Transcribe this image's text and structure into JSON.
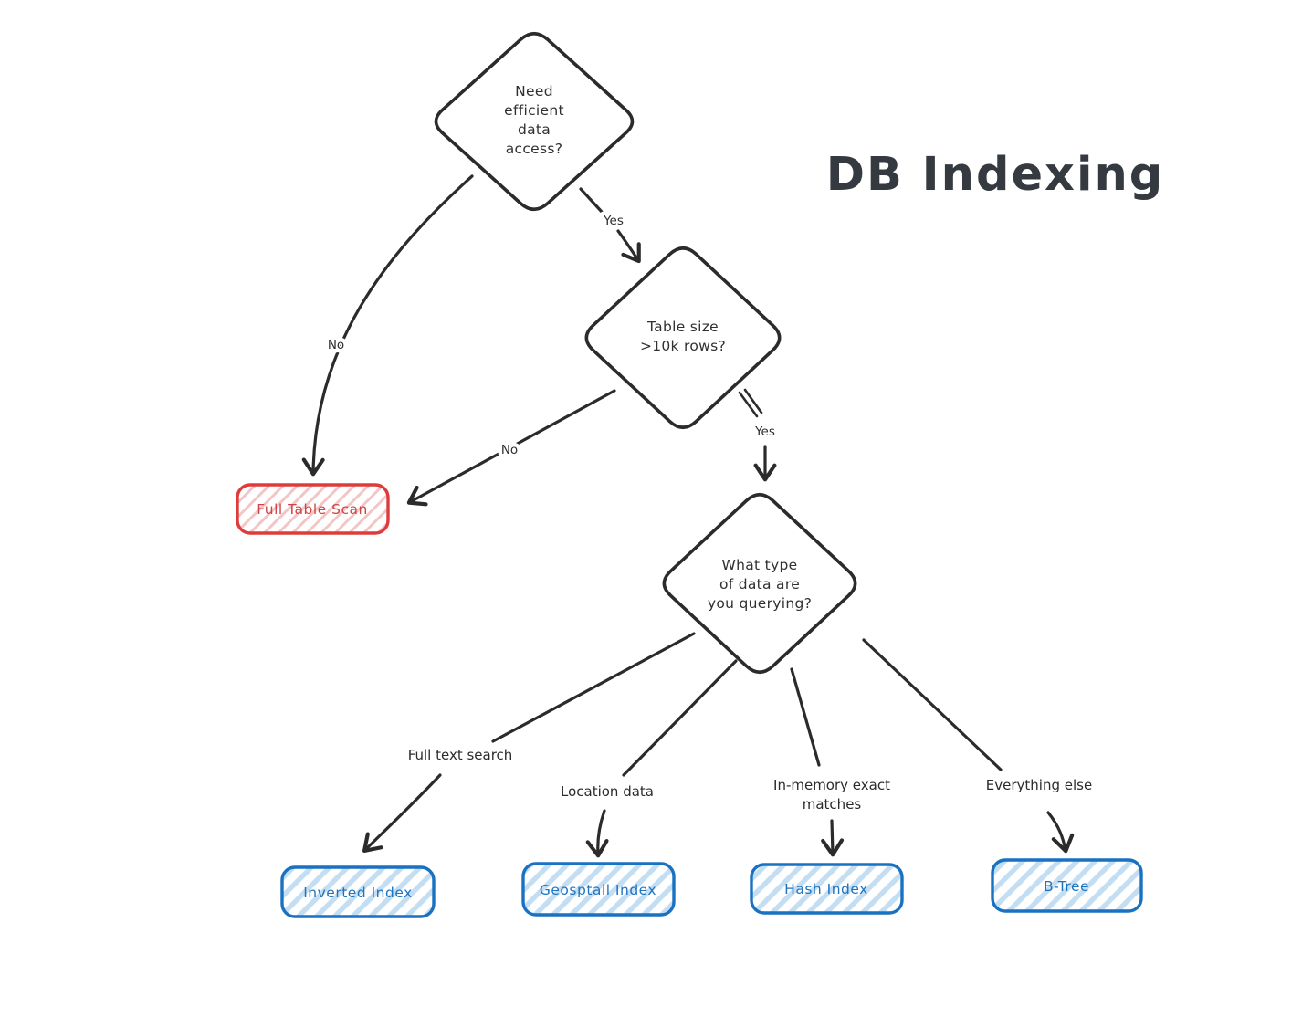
{
  "title": "DB Indexing",
  "colors": {
    "ink": "#2b2b2b",
    "negative_red": "#df3b3b",
    "negative_red_hatch": "#f3c6c6",
    "index_blue": "#1971c2",
    "index_blue_hatch": "#c3def2",
    "background": "#ffffff"
  },
  "decisions": {
    "need_access": {
      "lines": [
        "Need",
        "efficient",
        "data",
        "access?"
      ]
    },
    "table_size": {
      "lines": [
        "Table size",
        ">10k rows?"
      ]
    },
    "data_type": {
      "lines": [
        "What type",
        "of data are",
        "you querying?"
      ]
    }
  },
  "results": {
    "full_table_scan": "Full Table Scan",
    "inverted_index": "Inverted Index",
    "geospatial_index": "Geosptail Index",
    "hash_index": "Hash Index",
    "btree": "B-Tree"
  },
  "edge_labels": {
    "yes1": "Yes",
    "no1": "No",
    "no2": "No",
    "yes2": "Yes",
    "full_text_search": "Full text search",
    "location_data": "Location data",
    "in_memory_line1": "In-memory exact",
    "in_memory_line2": "matches",
    "everything_else": "Everything else"
  }
}
